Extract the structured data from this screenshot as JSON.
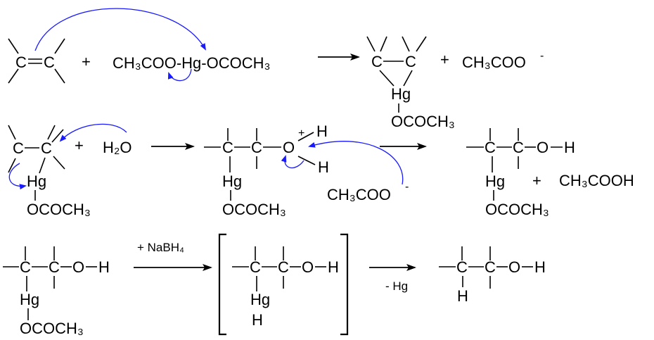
{
  "step1": {
    "alkene_c1": "C",
    "alkene_c2": "C",
    "plus": "+",
    "reagent": "CH₃COO-Hg-OCOCH₃",
    "prod_c1": "C",
    "prod_c2": "C",
    "prod_hg": "Hg",
    "prod_oac": "OCOCH₃",
    "plus2": "+",
    "acetate": "CH₃COO",
    "acetate_charge": "-"
  },
  "step2": {
    "c1": "C",
    "c2": "C",
    "hg": "Hg",
    "oac": "OCOCH₃",
    "plus": "+",
    "water": "H₂O",
    "mid_c1": "C",
    "mid_c2": "C",
    "mid_o": "O",
    "mid_charge": "+",
    "mid_h1": "H",
    "mid_h2": "H",
    "mid_hg": "Hg",
    "mid_oac": "OCOCH₃",
    "acetate": "CH₃COO",
    "acetate_charge": "-",
    "prod_c1": "C",
    "prod_c2": "C",
    "prod_o": "O",
    "prod_h": "H",
    "prod_hg": "Hg",
    "prod_oac": "OCOCH₃",
    "plus2": "+",
    "acetic_acid": "CH₃COOH"
  },
  "step3": {
    "c1": "C",
    "c2": "C",
    "o": "O",
    "h": "H",
    "hg": "Hg",
    "oac": "OCOCH₃",
    "reagent": "+ NaBH₄",
    "int_c1": "C",
    "int_c2": "C",
    "int_o": "O",
    "int_h": "H",
    "int_hg": "Hg",
    "int_hg_h": "H",
    "byproduct": "- Hg",
    "prod_c1": "C",
    "prod_c2": "C",
    "prod_o": "O",
    "prod_oh_h": "H",
    "prod_h": "H"
  },
  "colors": {
    "curly_arrow": "#1a1aff",
    "text": "#000000"
  }
}
